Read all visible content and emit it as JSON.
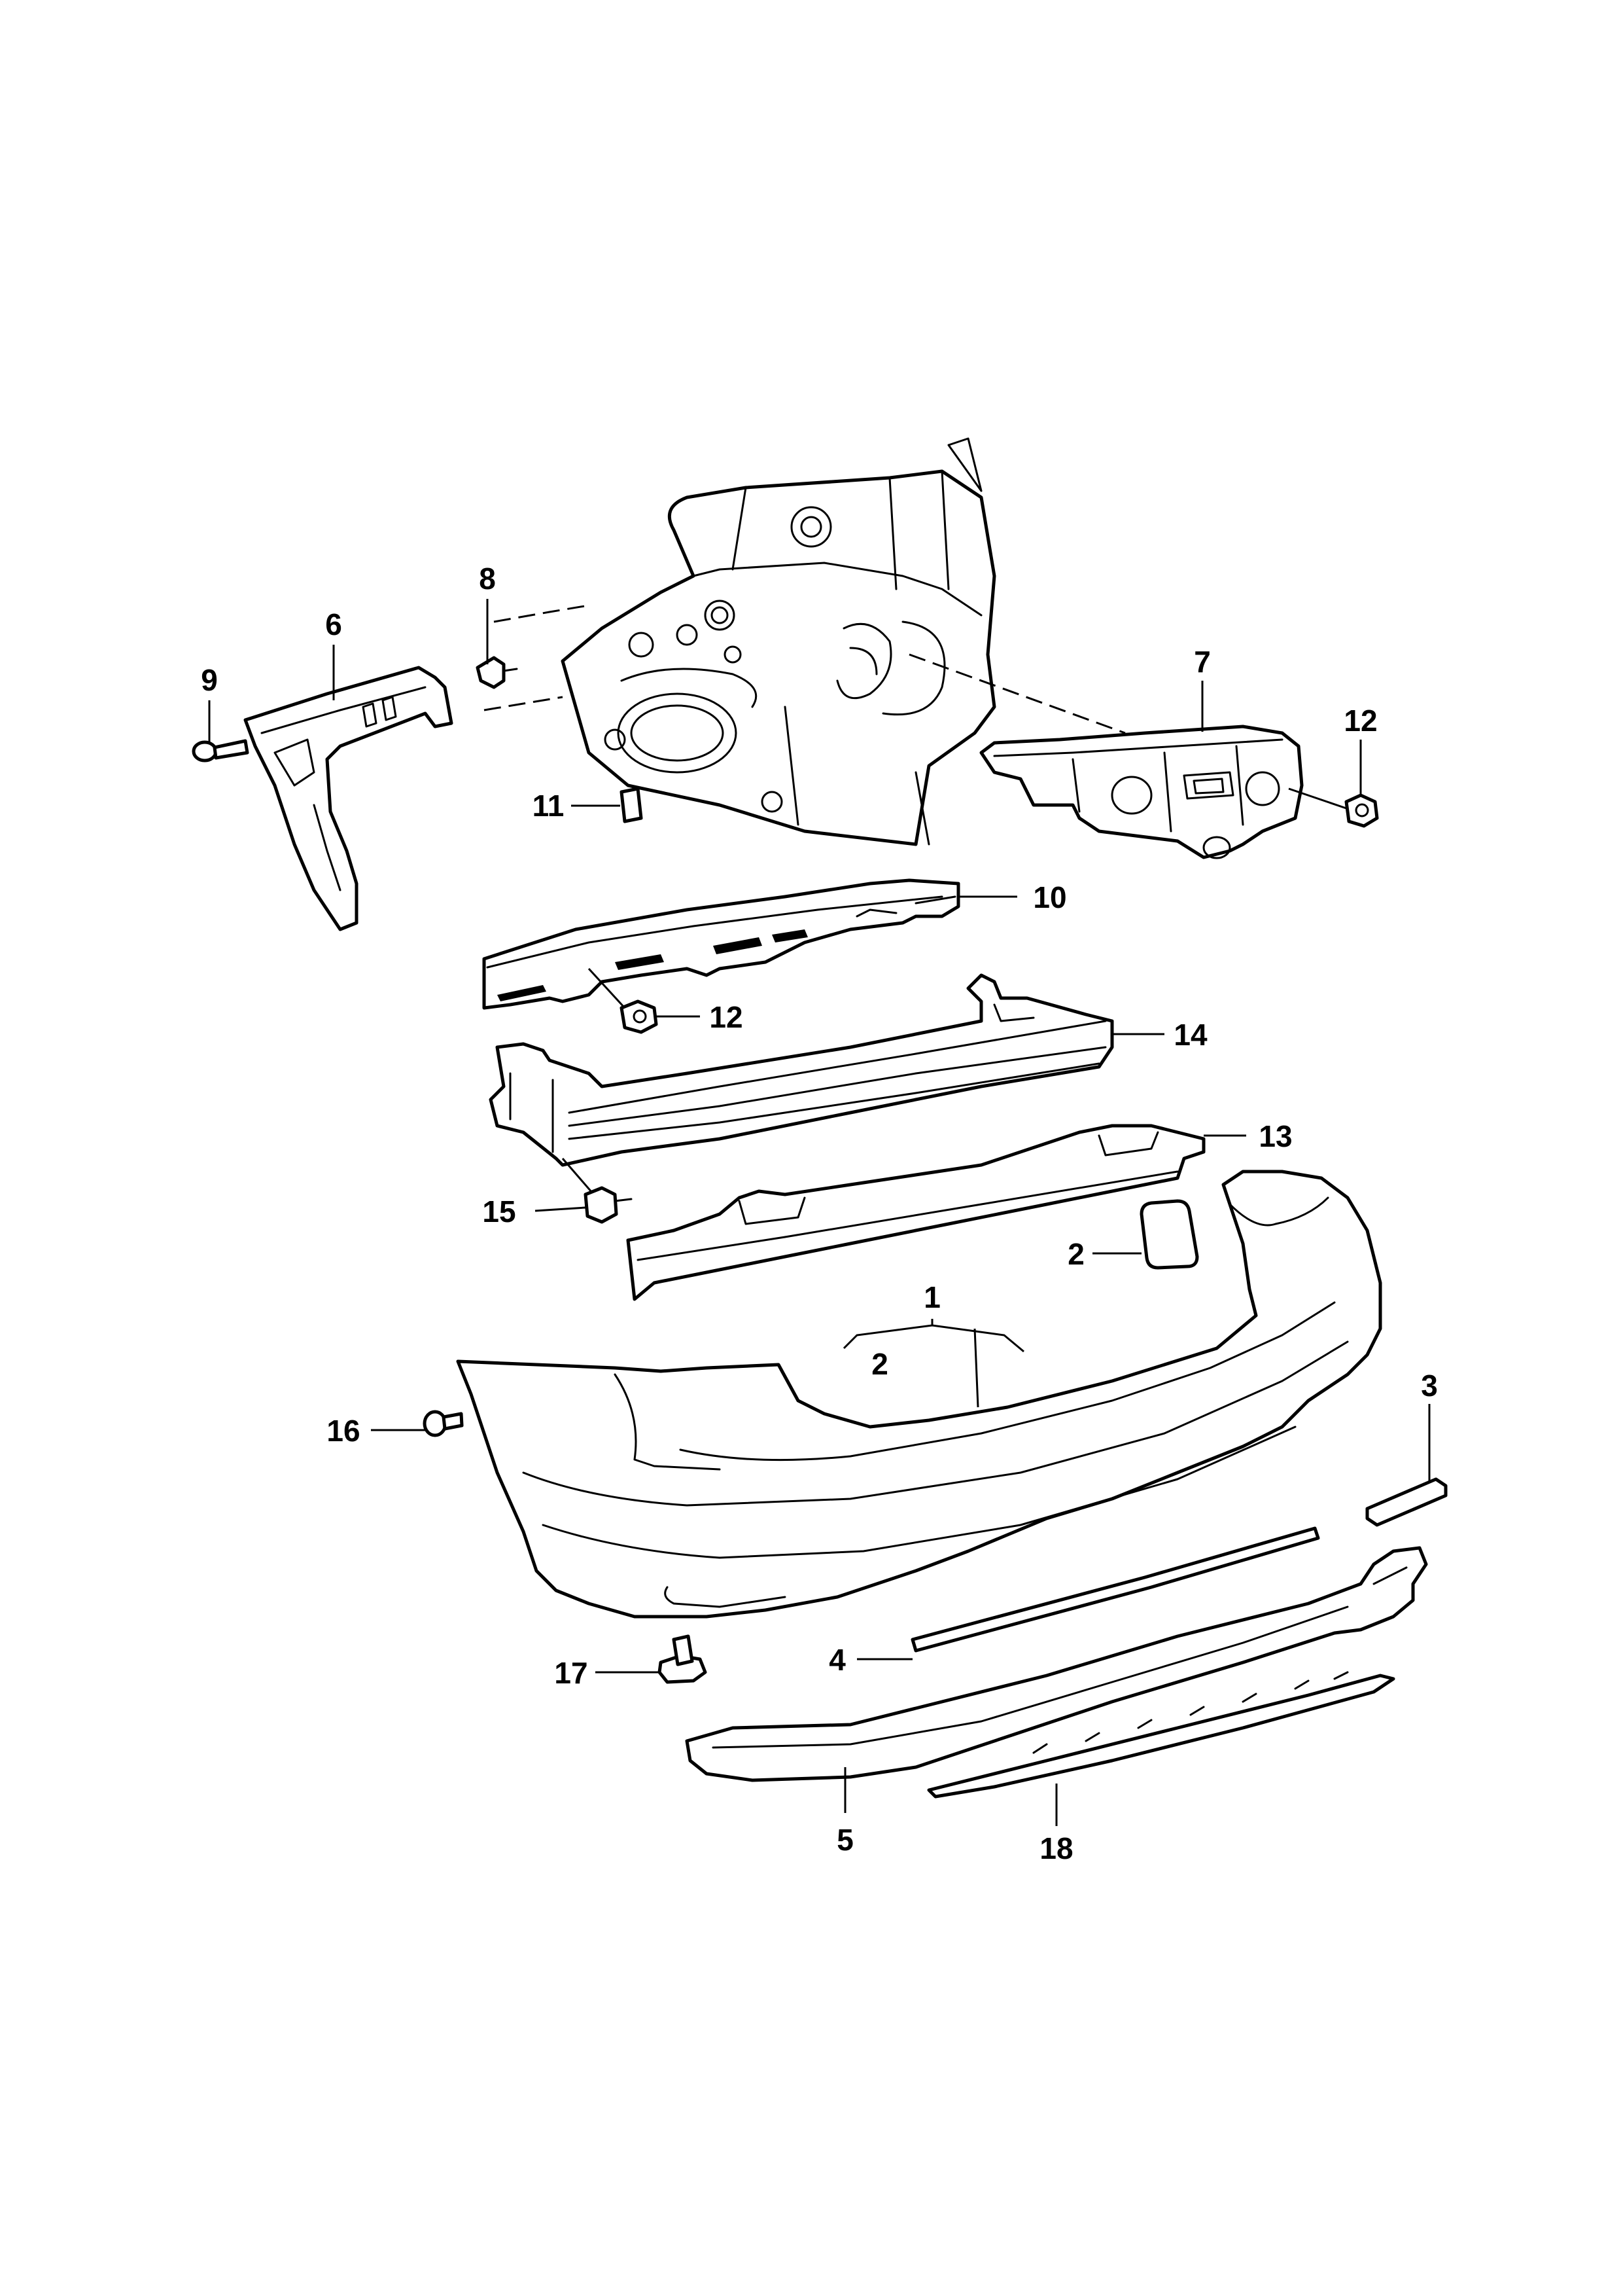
{
  "callouts": [
    {
      "id": "c1",
      "label": "1"
    },
    {
      "id": "c2a",
      "label": "2"
    },
    {
      "id": "c2b",
      "label": "2"
    },
    {
      "id": "c3",
      "label": "3"
    },
    {
      "id": "c4",
      "label": "4"
    },
    {
      "id": "c5",
      "label": "5"
    },
    {
      "id": "c6",
      "label": "6"
    },
    {
      "id": "c7",
      "label": "7"
    },
    {
      "id": "c8",
      "label": "8"
    },
    {
      "id": "c9",
      "label": "9"
    },
    {
      "id": "c10",
      "label": "10"
    },
    {
      "id": "c11",
      "label": "11"
    },
    {
      "id": "c12a",
      "label": "12"
    },
    {
      "id": "c12b",
      "label": "12"
    },
    {
      "id": "c13",
      "label": "13"
    },
    {
      "id": "c14",
      "label": "14"
    },
    {
      "id": "c15",
      "label": "15"
    },
    {
      "id": "c16",
      "label": "16"
    },
    {
      "id": "c17",
      "label": "17"
    },
    {
      "id": "c18",
      "label": "18"
    }
  ]
}
